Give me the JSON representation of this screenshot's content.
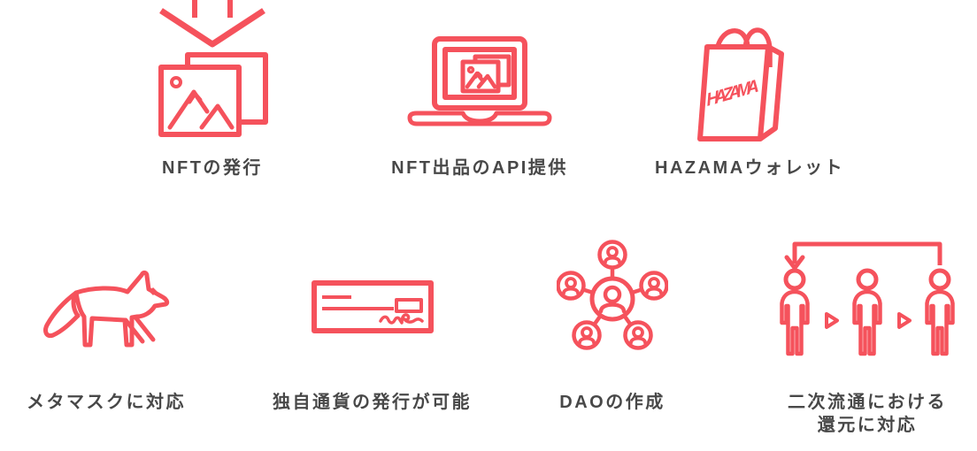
{
  "section": {
    "name": "service-features"
  },
  "theme": {
    "accent": "#f5525c",
    "label": "#484848",
    "background": "#ffffff"
  },
  "features": [
    {
      "id": "nft-mint",
      "label": "NFTの発行",
      "icon": "image-download-icon"
    },
    {
      "id": "nft-listing-api",
      "label": "NFT出品のAPI提供",
      "icon": "laptop-image-icon"
    },
    {
      "id": "hazama-wallet",
      "label": "HAZAMAウォレット",
      "icon": "shopping-bag-icon",
      "icon_text": "HAZAMA"
    },
    {
      "id": "metamask-support",
      "label": "メタマスクに対応",
      "icon": "fox-icon"
    },
    {
      "id": "original-currency",
      "label": "独自通貨の発行が可能",
      "icon": "bank-check-icon"
    },
    {
      "id": "dao-creation",
      "label": "DAOの作成",
      "icon": "people-network-icon"
    },
    {
      "id": "secondary-distribution",
      "label_line1": "二次流通における",
      "label_line2": "還元に対応",
      "icon": "people-flow-icon"
    }
  ]
}
